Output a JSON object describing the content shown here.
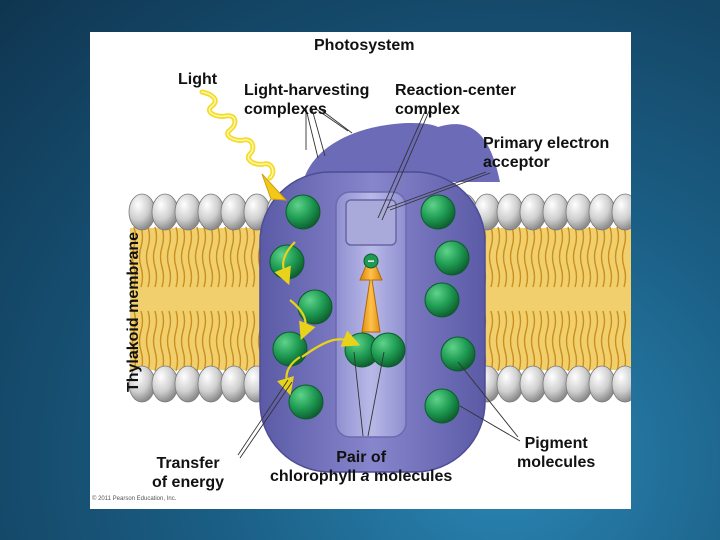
{
  "diagram": {
    "title": "Photosystem",
    "labels": {
      "light": "Light",
      "light_harvesting_1": "Light-harvesting",
      "light_harvesting_2": "complexes",
      "reaction_center_1": "Reaction-center",
      "reaction_center_2": "complex",
      "primary_acceptor_1": "Primary electron",
      "primary_acceptor_2": "acceptor",
      "membrane": "Thylakoid membrane",
      "transfer_1": "Transfer",
      "transfer_2": "of energy",
      "pair_1": "Pair of",
      "pair_2": "chlorophyll ",
      "pair_2_italic": "a",
      "pair_2_end": " molecules",
      "pigment_1": "Pigment",
      "pigment_2": "molecules",
      "electron_sign": "−",
      "copyright": "© 2011 Pearson Education, Inc."
    },
    "colors": {
      "complex": "#7e7dc4",
      "complex_dark": "#5d5ca8",
      "reaction_center": "#a7a7de",
      "chlorophyll": "#1e9a52",
      "lipid_head": "#c8c8c8",
      "lipid_tail": "#e8b84a",
      "photon": "#f3dc2a",
      "arrow": "#f1a31c"
    }
  }
}
